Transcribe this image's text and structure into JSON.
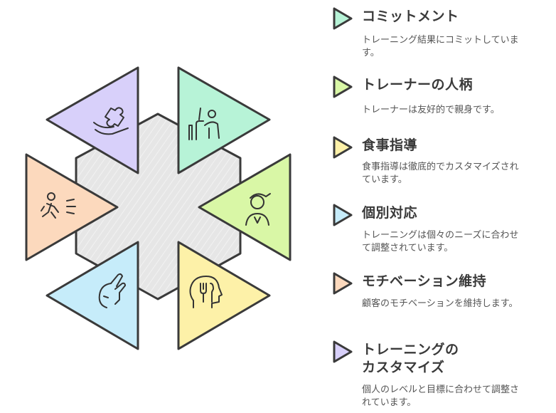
{
  "items": [
    {
      "title": "コミットメント",
      "desc": "トレーニング結果にコミットしています。",
      "color": "#b7f3d7",
      "icon": "stand-up-icon"
    },
    {
      "title": "トレーナーの人柄",
      "desc": "トレーナーは友好的で親身です。",
      "color": "#d9f7a6",
      "icon": "trainer-icon"
    },
    {
      "title": "食事指導",
      "desc": "食事指導は徹底的でカスタマイズされています。",
      "color": "#fdf1a8",
      "icon": "nutrition-icon"
    },
    {
      "title": "個別対応",
      "desc": "トレーニングは個々のニーズに合わせて調整されています。",
      "color": "#c6ecfa",
      "icon": "personal-icon"
    },
    {
      "title": "モチベーション維持",
      "desc": "顧客のモチベーションを維持します。",
      "color": "#fcd9bd",
      "icon": "running-icon"
    },
    {
      "title": "トレーニングの\nカスタマイズ",
      "desc": "個人のレベルと目標に合わせて調整されています。",
      "color": "#d8d0fa",
      "icon": "puzzle-hand-icon"
    }
  ],
  "colors": {
    "hexagon": "#e6e6e6",
    "outline": "#3a3a3a"
  }
}
